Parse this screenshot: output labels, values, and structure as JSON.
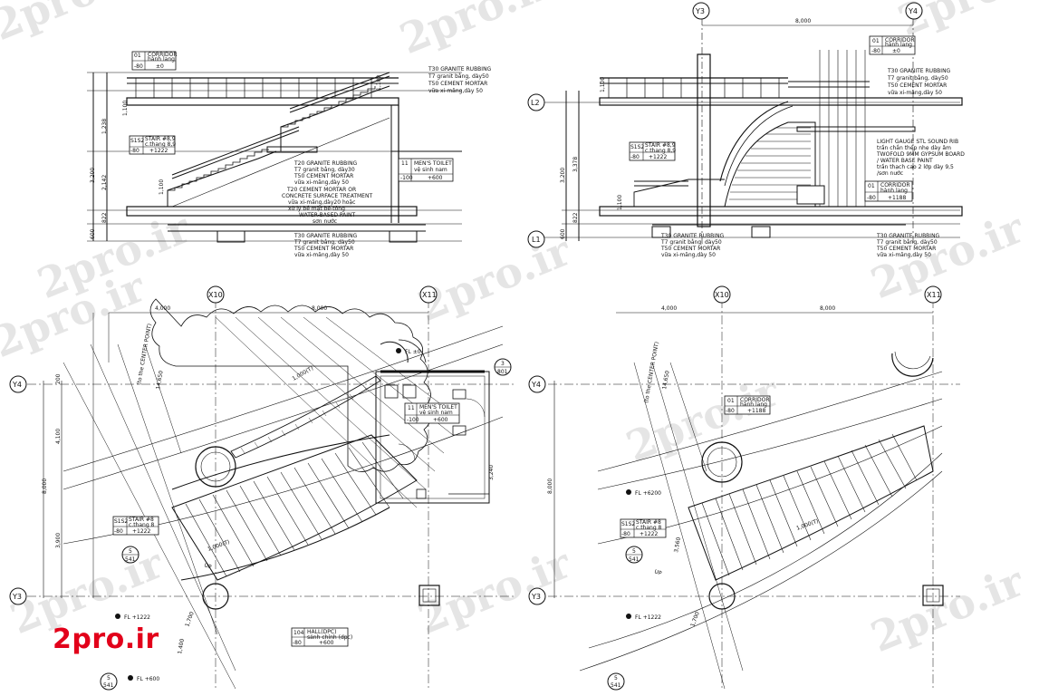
{
  "watermark": {
    "text": "2pro.ir",
    "color": "#e2001a"
  },
  "brand_logo": "2pro.ir",
  "grids": {
    "y3": "Y3",
    "y4": "Y4",
    "l1": "L1",
    "l2": "L2",
    "x10": "X10",
    "x11": "X11"
  },
  "dims": {
    "d8000": "8,000",
    "d4000": "4,000",
    "d3200": "3,200",
    "d2142": "2,142",
    "d1238": "1,238",
    "d822": "822",
    "d600": "600",
    "d3378": "3,378",
    "d4100": "4,100",
    "d3900": "3,900",
    "d1700": "1,700",
    "d200": "200",
    "d1100": "1,100",
    "d1400": "1,400",
    "d14650": "14,650",
    "d3240": "3,240",
    "d3560": "3,560"
  },
  "tags": {
    "corridor": {
      "code": "01",
      "name": "CORRIDOR",
      "sub": "hành lang",
      "a": "-80",
      "b": "±0"
    },
    "corridor2": {
      "code": "01",
      "name": "CORRIDOR",
      "sub": "hành lang",
      "a": "-80",
      "b": "+1188"
    },
    "stair": {
      "code": "S1S2",
      "name": "STAIR #8,9",
      "sub": "c.thang 8,9",
      "a": "-80",
      "b": "+1222"
    },
    "toilet": {
      "code": "11",
      "name": "MEN'S TOILET",
      "sub": "vệ sinh nam",
      "a": "-100",
      "b": "+600"
    },
    "hall": {
      "code": "104",
      "name": "HALL(DPC)",
      "sub": "sảnh chính (dpc)",
      "a": "-80",
      "b": "+600"
    },
    "stair_l": {
      "code": "S1S2",
      "name": "STAIR #8",
      "sub": "c.thang 8",
      "a": "-80",
      "b": "+1222"
    }
  },
  "notes": {
    "n1": [
      "T30 GRANITE RUBBING",
      "T7 granit bằng, dày50",
      "T50 CEMENT MORTAR",
      "vữa xi-măng,dày 50"
    ],
    "n2": [
      "T20 GRANITE RUBBING",
      "T7 granit bằng, dày30",
      "T50 CEMENT MORTAR",
      "vữa xi-măng,dày 50"
    ],
    "n3": [
      "T20 CEMENT MORTAR OR",
      "CONCRETE SURFACE TREATMENT",
      "vữa xi-măng,dày20 hoặc",
      "xử lý bề mặt bê-tông",
      "WATER-BASED PAINT",
      "sơn nước"
    ],
    "n4": [
      "T30 GRANITE RUBBING",
      "T7 granit bằng, dày50",
      "T50 CEMENT MORTAR",
      "vữa xi-măng,dày 50"
    ],
    "n5": [
      "LIGHT GAUGE STL SOUND RIB",
      "trần chắn thép nhẹ dày âm",
      "TWOFOLD 9MM GYPSUM BOARD",
      "/ WATER BASE PAINT",
      "trần thạch cao 2 lớp dày 9,5",
      "/sơn nước"
    ],
    "n6": [
      "T30 GRANITE RUBBING",
      "T7 granit bằng, dày50",
      "T50 CEMENT MORTAR",
      "vữa xi-măng,dày 50"
    ],
    "n7": [
      "T30 GRANITE RUBBING",
      "T7 granit bằng, dày50",
      "T50 CEMENT MORTAR",
      "vữa xi-măng,dày 50"
    ]
  },
  "levels": {
    "fl0": "FL ±0",
    "fl1222": "FL +1222",
    "fl600": "FL +600",
    "fl6200": "FL +6200",
    "fl1222b": "FL +1222"
  },
  "labels": {
    "up": "UP",
    "center": "(to the CENTER POINT)",
    "sect": "5",
    "sect_ref": "541",
    "det": "3",
    "det_ref": "801",
    "dim100": "1,000(T)"
  }
}
